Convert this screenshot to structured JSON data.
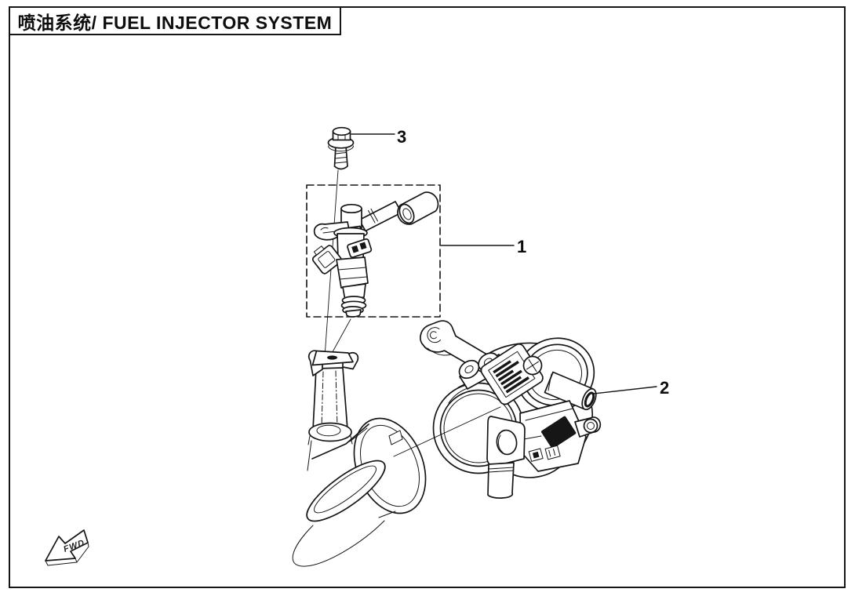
{
  "header": {
    "title": "喷油系统/ FUEL INJECTOR SYSTEM"
  },
  "callouts": {
    "c1": "1",
    "c2": "2",
    "c3": "3"
  },
  "direction_marker": {
    "label": "FWD"
  },
  "colors": {
    "ink": "#161616",
    "paper": "#ffffff"
  }
}
